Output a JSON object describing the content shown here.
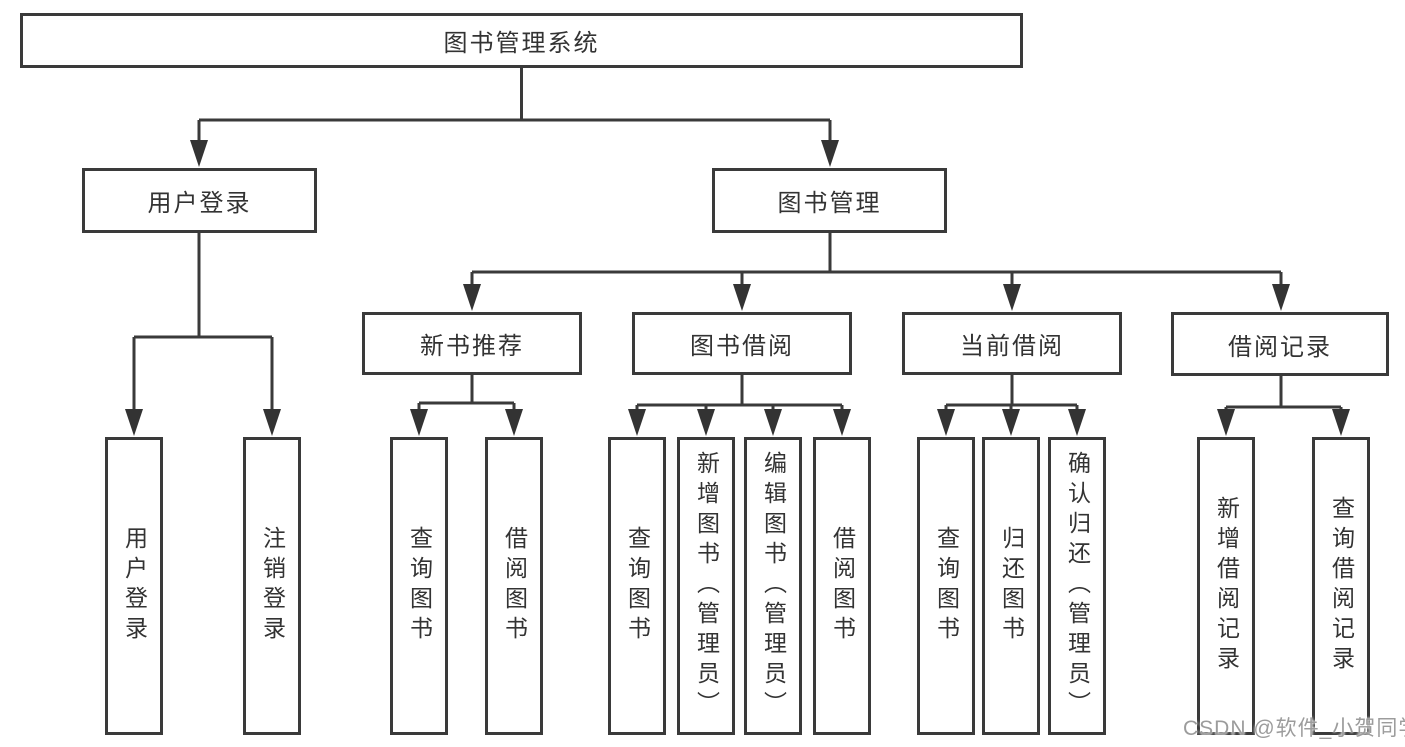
{
  "diagram": {
    "type": "tree",
    "title": "图书管理系统",
    "nodes": {
      "root": {
        "label": "图书管理系统"
      },
      "user_login": {
        "label": "用户登录"
      },
      "book_mgmt": {
        "label": "图书管理"
      },
      "new_book_rec": {
        "label": "新书推荐"
      },
      "book_borrow": {
        "label": "图书借阅"
      },
      "current_borrow": {
        "label": "当前借阅"
      },
      "borrow_record": {
        "label": "借阅记录"
      },
      "leaf_user_login": {
        "label": "用户登录"
      },
      "leaf_logout": {
        "label": "注销登录"
      },
      "rec_query_book": {
        "label": "查询图书"
      },
      "rec_borrow_book": {
        "label": "借阅图书"
      },
      "bb_query_book": {
        "label": "查询图书"
      },
      "bb_add_book": {
        "label": "新增图书（管理员）"
      },
      "bb_edit_book": {
        "label": "编辑图书（管理员）"
      },
      "bb_borrow_book": {
        "label": "借阅图书"
      },
      "cb_query_book": {
        "label": "查询图书"
      },
      "cb_return_book": {
        "label": "归还图书"
      },
      "cb_confirm_return": {
        "label": "确认归还（管理员）"
      },
      "br_add_record": {
        "label": "新增借阅记录"
      },
      "br_query_record": {
        "label": "查询借阅记录"
      }
    },
    "hierarchy": {
      "图书管理系统": [
        "用户登录",
        "图书管理"
      ],
      "用户登录": [
        "用户登录",
        "注销登录"
      ],
      "图书管理": [
        "新书推荐",
        "图书借阅",
        "当前借阅",
        "借阅记录"
      ],
      "新书推荐": [
        "查询图书",
        "借阅图书"
      ],
      "图书借阅": [
        "查询图书",
        "新增图书（管理员）",
        "编辑图书（管理员）",
        "借阅图书"
      ],
      "当前借阅": [
        "查询图书",
        "归还图书",
        "确认归还（管理员）"
      ],
      "借阅记录": [
        "新增借阅记录",
        "查询借阅记录"
      ]
    },
    "watermark": {
      "prefix": "CSDN ",
      "handle": "@软件_小贺同学"
    },
    "colors": {
      "line": "#3a3a3a",
      "box_border": "#3a3a3a",
      "text": "#333333",
      "watermark": "#9c9c9c",
      "background": "#ffffff"
    }
  }
}
